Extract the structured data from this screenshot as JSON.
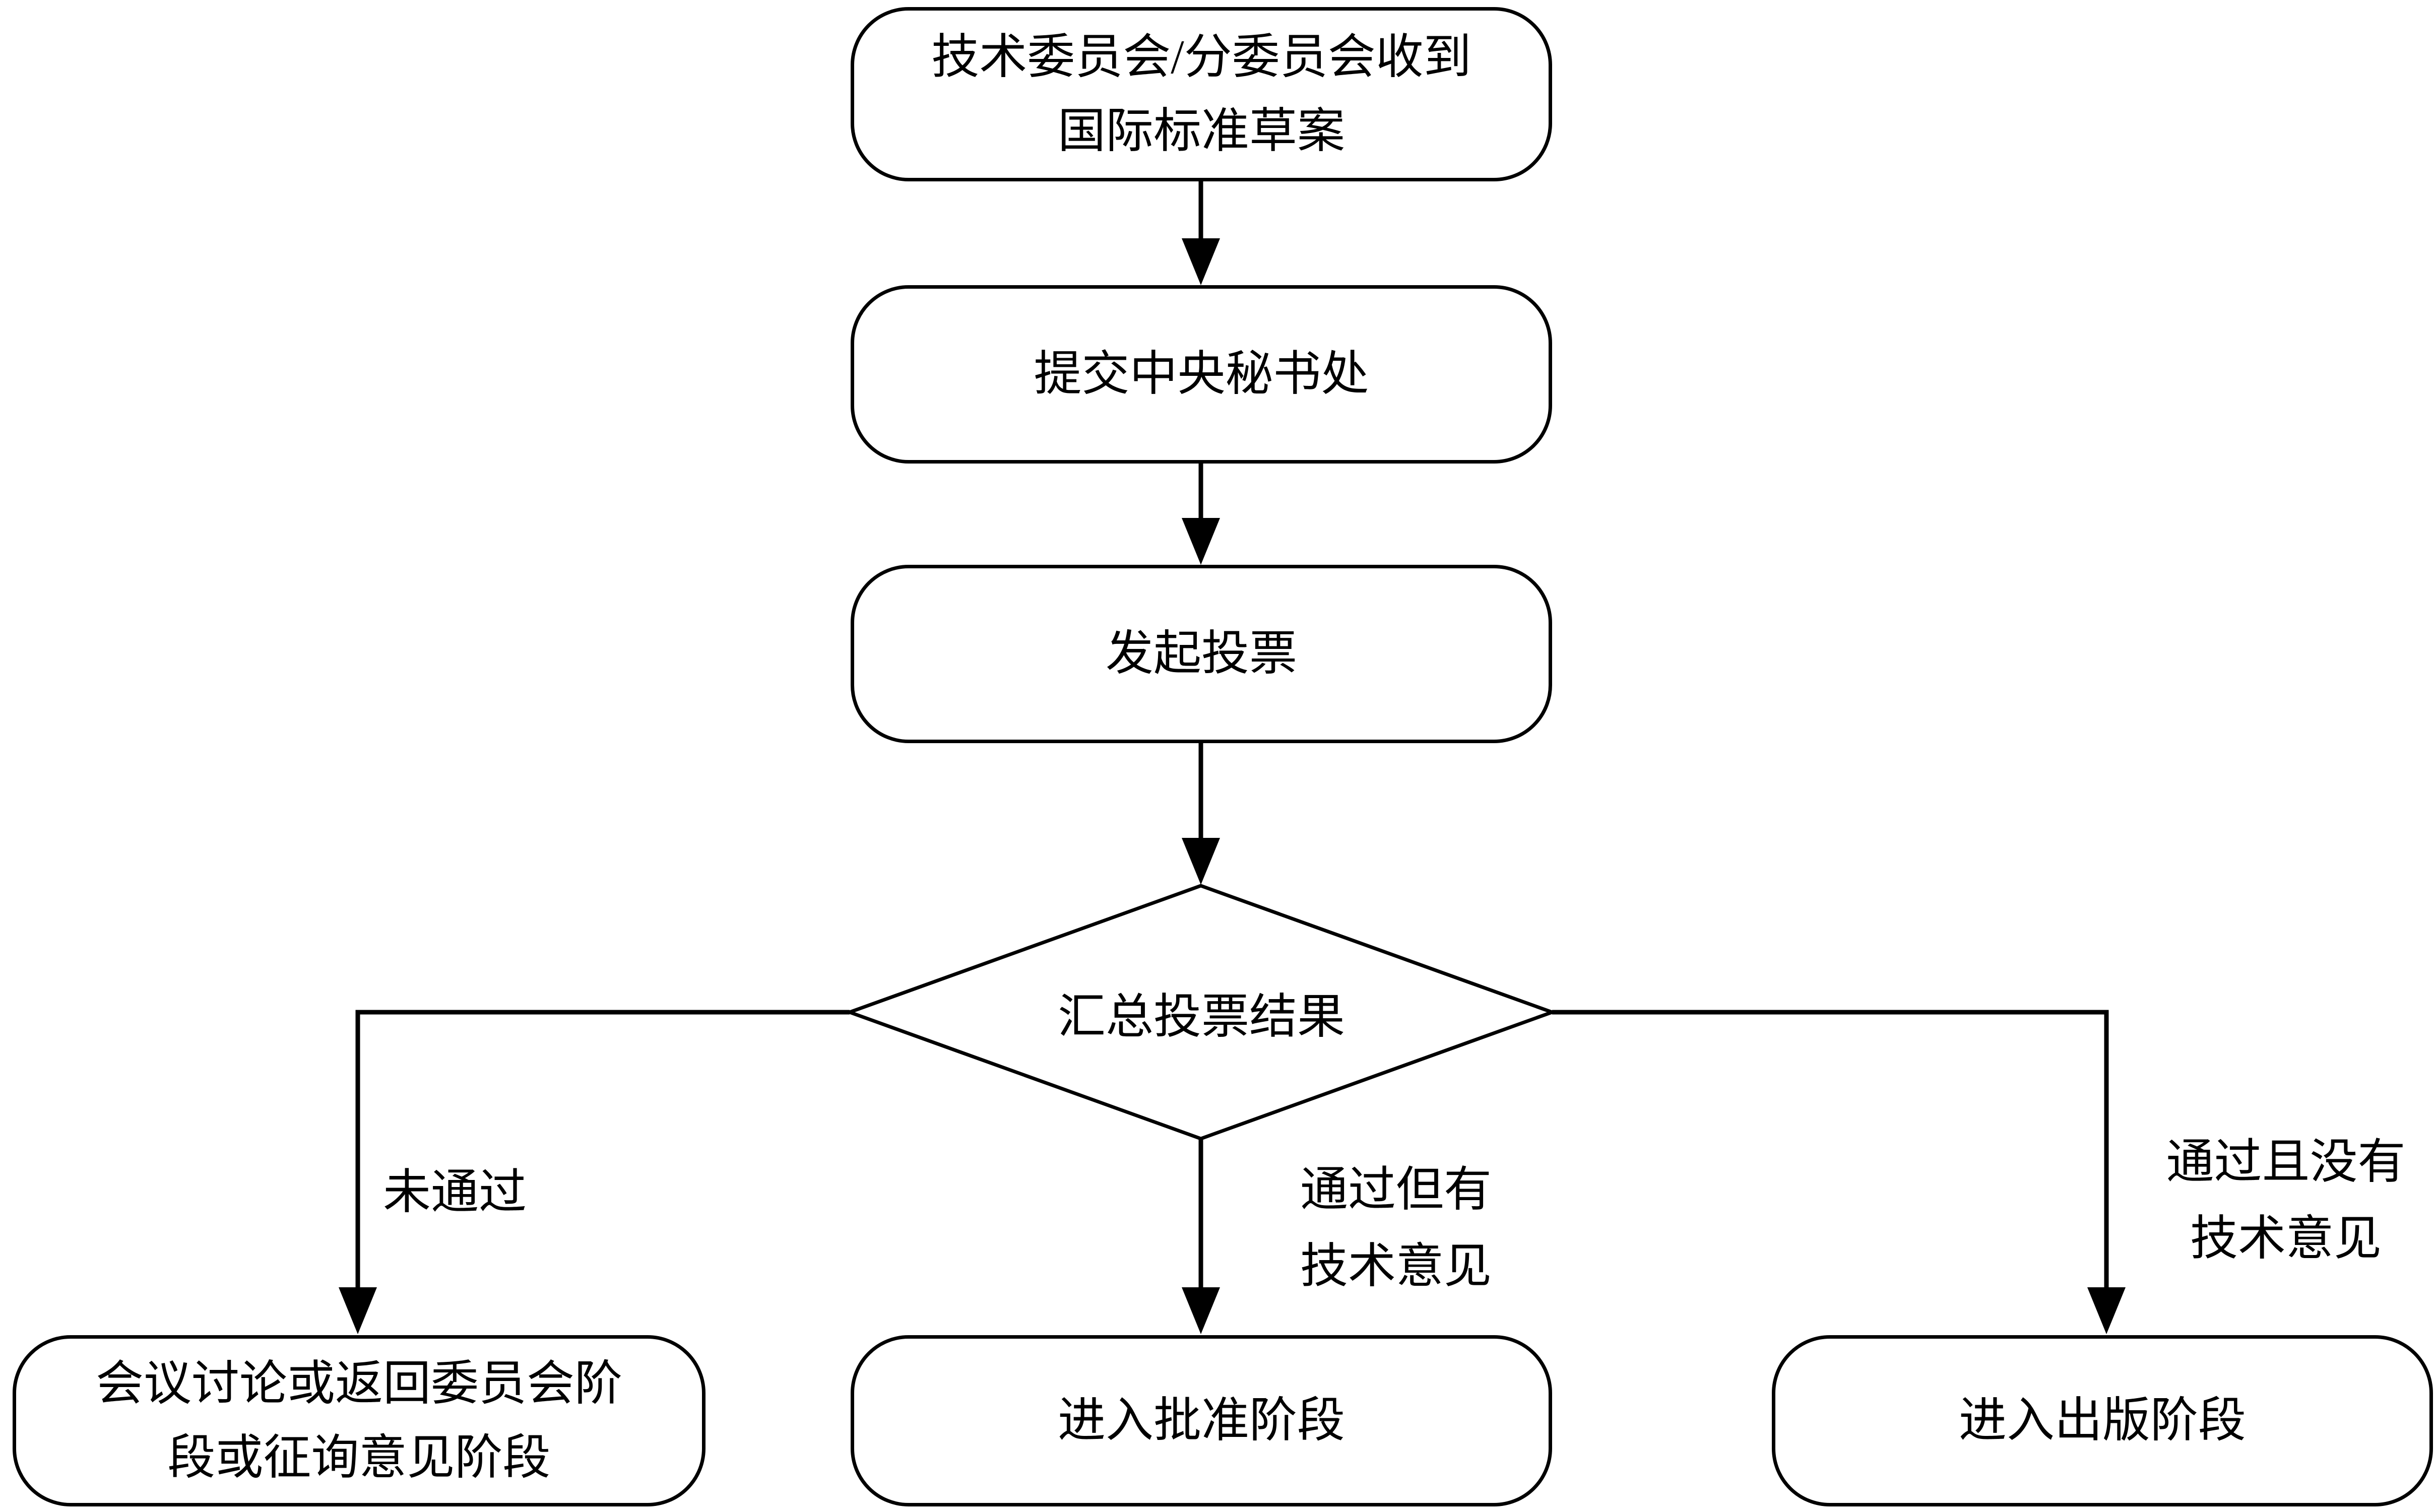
{
  "colors": {
    "stroke": "#000000",
    "fill": "#ffffff",
    "text": "#000000"
  },
  "nodes": {
    "receive": {
      "line1": "技术委员会/分委员会收到",
      "line2": "国际标准草案"
    },
    "submit": {
      "label": "提交中央秘书处"
    },
    "vote": {
      "label": "发起投票"
    },
    "decision": {
      "label": "汇总投票结果"
    },
    "discuss": {
      "line1": "会议讨论或返回委员会阶",
      "line2": "段或征询意见阶段"
    },
    "approve": {
      "label": "进入批准阶段"
    },
    "publish": {
      "label": "进入出版阶段"
    }
  },
  "edge_labels": {
    "fail": "未通过",
    "pass_comments_line1": "通过但有",
    "pass_comments_line2": "技术意见",
    "pass_clean_line1": "通过且没有",
    "pass_clean_line2": "技术意见"
  }
}
